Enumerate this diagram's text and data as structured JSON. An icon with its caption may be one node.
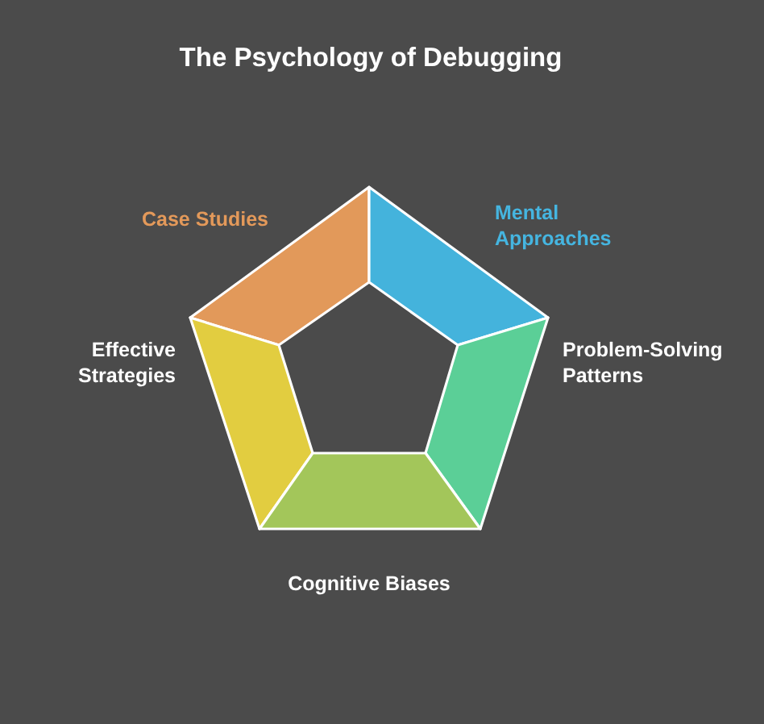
{
  "diagram": {
    "title": "The Psychology of Debugging",
    "nodes": [
      {
        "text": [
          "Case Studies"
        ]
      },
      {
        "text": [
          "Mental Approaches"
        ]
      },
      {
        "text": [
          "Effective Strategies"
        ]
      },
      {
        "text": [
          "Problem-Solving Patterns"
        ]
      },
      {
        "text": [
          "Cognitive Biases"
        ]
      }
    ]
  }
}
